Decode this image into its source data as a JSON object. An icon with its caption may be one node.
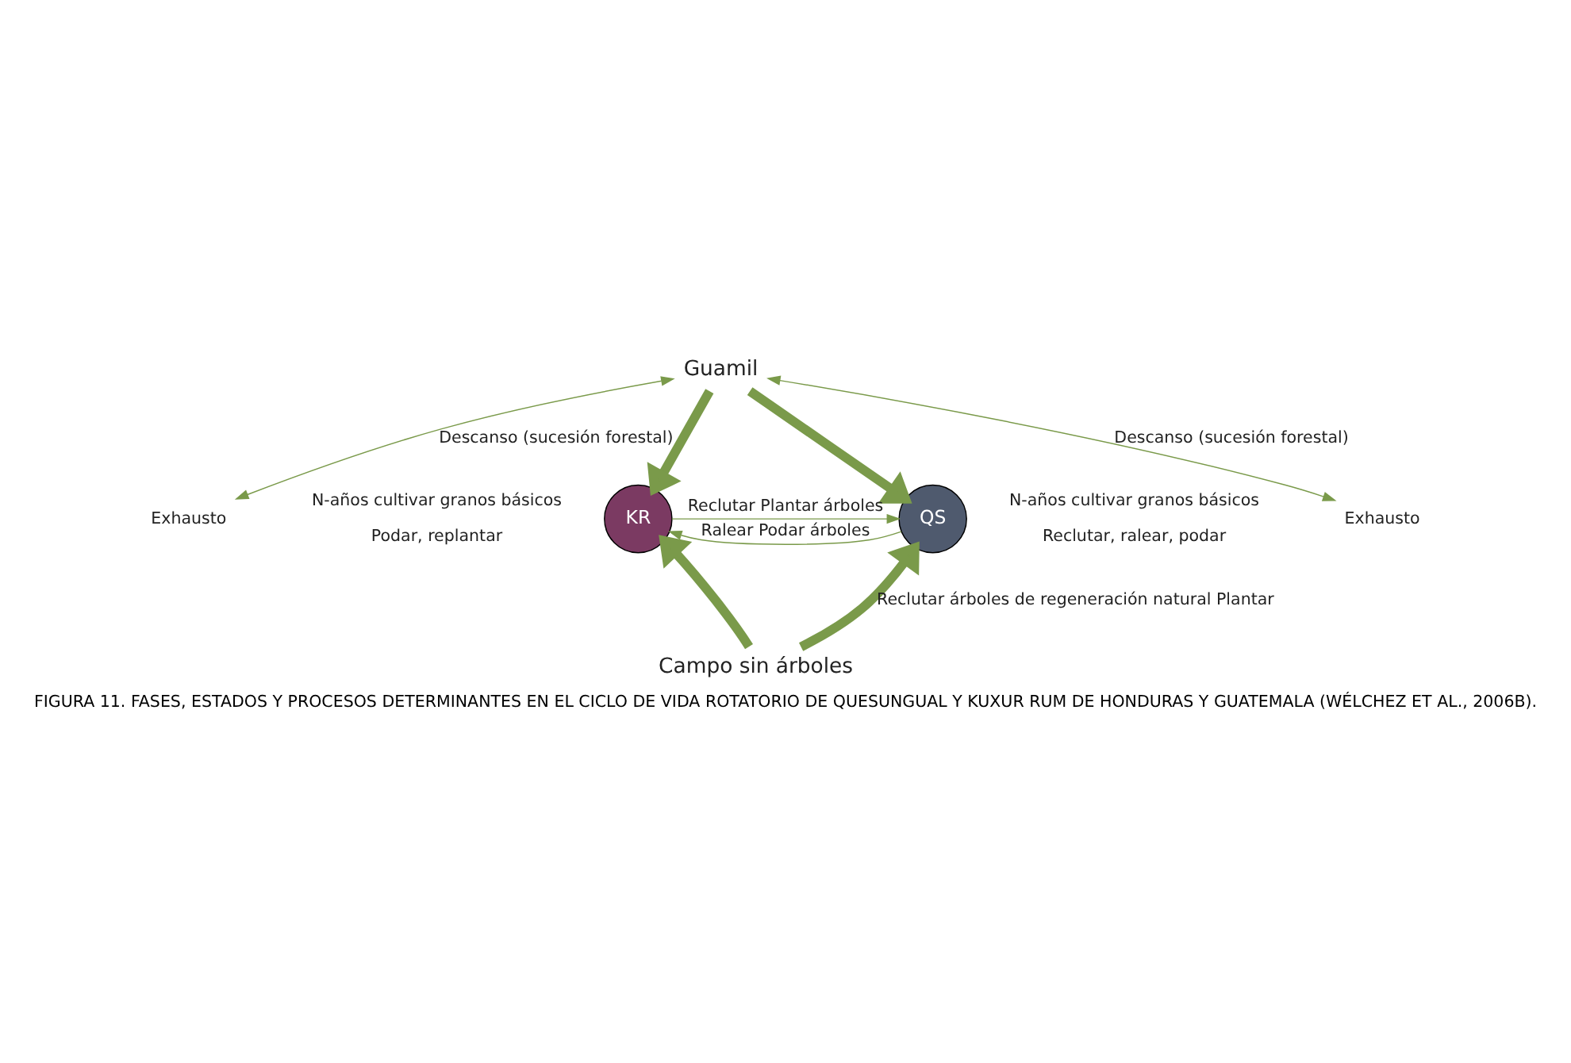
{
  "diagram": {
    "caption": "FIGURA 11. FASES, ESTADOS Y PROCESOS DETERMINANTES EN EL CICLO DE VIDA ROTATORIO DE QUESUNGUAL Y KUXUR RUM DE HONDURAS Y GUATEMALA (WÉLCHEZ ET AL., 2006B).",
    "nodes": [
      {
        "text": [
          "Guamil"
        ]
      },
      {
        "text": [
          "Exhausto"
        ]
      },
      {
        "text": [
          "KR"
        ],
        "beside": [
          "N-años cultivar granos básicos",
          "Podar, replantar"
        ]
      },
      {
        "text": [
          "QS"
        ],
        "beside": [
          "N-años cultivar granos básicos",
          "Reclutar, ralear, podar"
        ]
      },
      {
        "text": [
          "Exhausto"
        ]
      },
      {
        "text": [
          "Campo sin árboles"
        ]
      }
    ],
    "edges": [
      {
        "from": 0,
        "to": 1,
        "arrow": "both",
        "label": "Descanso (sucesión forestal)"
      },
      {
        "from": 0,
        "to": 4,
        "arrow": "both",
        "label": "Descanso (sucesión forestal)"
      },
      {
        "from": 0,
        "to": 2,
        "arrow": "to",
        "style": "thick"
      },
      {
        "from": 0,
        "to": 3,
        "arrow": "to",
        "style": "thick"
      },
      {
        "from": 3,
        "to": 2,
        "arrow": "to",
        "label": "Ralear Podar árboles"
      },
      {
        "from": 2,
        "to": 3,
        "arrow": "to",
        "label": "Reclutar Plantar árboles"
      },
      {
        "from": 5,
        "to": 2,
        "arrow": "to",
        "style": "thick"
      },
      {
        "from": 5,
        "to": 3,
        "arrow": "to",
        "style": "thick",
        "label": "Reclutar árboles de regeneración natural Plantar"
      }
    ]
  }
}
